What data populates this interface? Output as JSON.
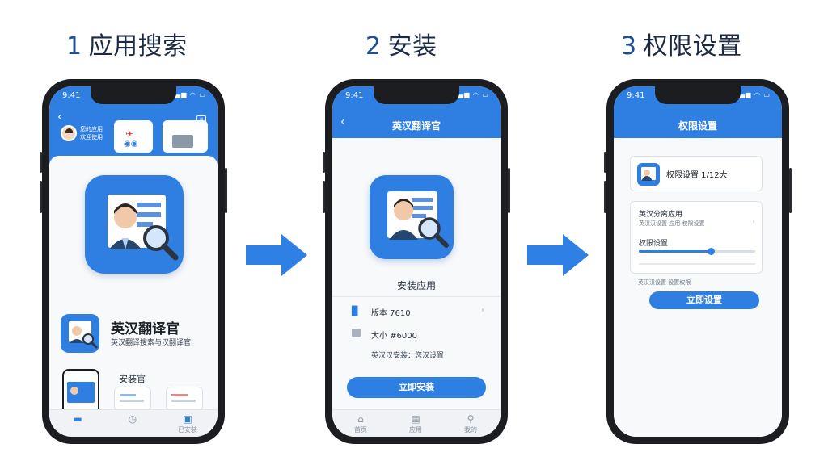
{
  "steps": [
    {
      "num": "1",
      "label": "应用搜索"
    },
    {
      "num": "2",
      "label": "安装"
    },
    {
      "num": "3",
      "label": "权限设置"
    }
  ],
  "status": {
    "time": "9:41",
    "icons": "▂▄▆ ◠ ▭"
  },
  "phone1": {
    "profile_line1": "您的应用",
    "profile_line2": "欢迎使用",
    "app_name": "英汉翻译官",
    "app_subtitle": "英汉翻译搜索与汉翻译官",
    "section_title": "安装官",
    "tabs": [
      "",
      "",
      "已安装"
    ]
  },
  "phone2": {
    "nav_title": "英汉翻译官",
    "install_label": "安装应用",
    "info_rows": [
      {
        "icon": "file-icon",
        "text": "版本 7610"
      },
      {
        "icon": "storage-icon",
        "text": "大小 #6000"
      }
    ],
    "note": "英汉汉安装：您汉设置",
    "button": "立即安装",
    "tabs": [
      "首页",
      "应用",
      "我的"
    ]
  },
  "phone3": {
    "nav_title": "权限设置",
    "card_title": "权限设置 1/12大",
    "perm_title": "英汉分离应用",
    "perm_sub": "英汉汉设置 应用 权限设置",
    "slider_title": "权限设置",
    "slider_value": 0.62,
    "note": "英汉汉设置 设置权限",
    "button": "立即设置"
  },
  "colors": {
    "accent": "#2f7fe2",
    "arrow": "#2f80e4",
    "title": "#1c2b45"
  }
}
